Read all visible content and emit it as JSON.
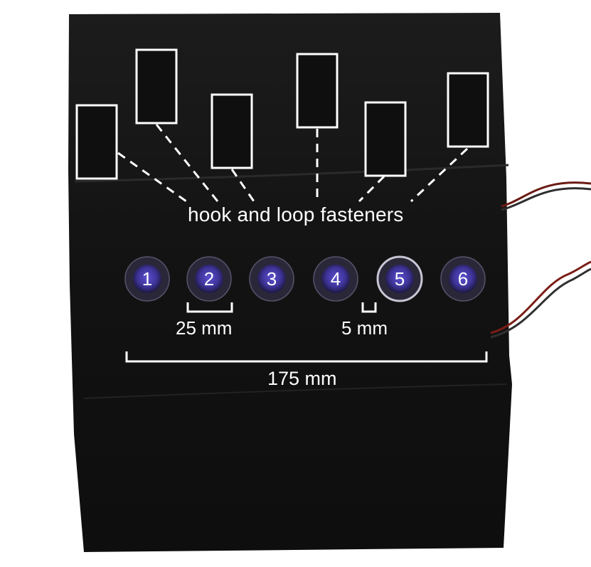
{
  "annotations": {
    "fasteners_label": "hook and loop fasteners",
    "dim_small_gap": "25 mm",
    "dim_tiny_gap": "5 mm",
    "dim_total": "175 mm"
  },
  "sensors": [
    {
      "label": "1"
    },
    {
      "label": "2"
    },
    {
      "label": "3"
    },
    {
      "label": "4"
    },
    {
      "label": "5"
    },
    {
      "label": "6"
    }
  ],
  "colors": {
    "fabric": "#141414",
    "button_purple": "#4a3fb0",
    "annotation": "#ffffff"
  }
}
